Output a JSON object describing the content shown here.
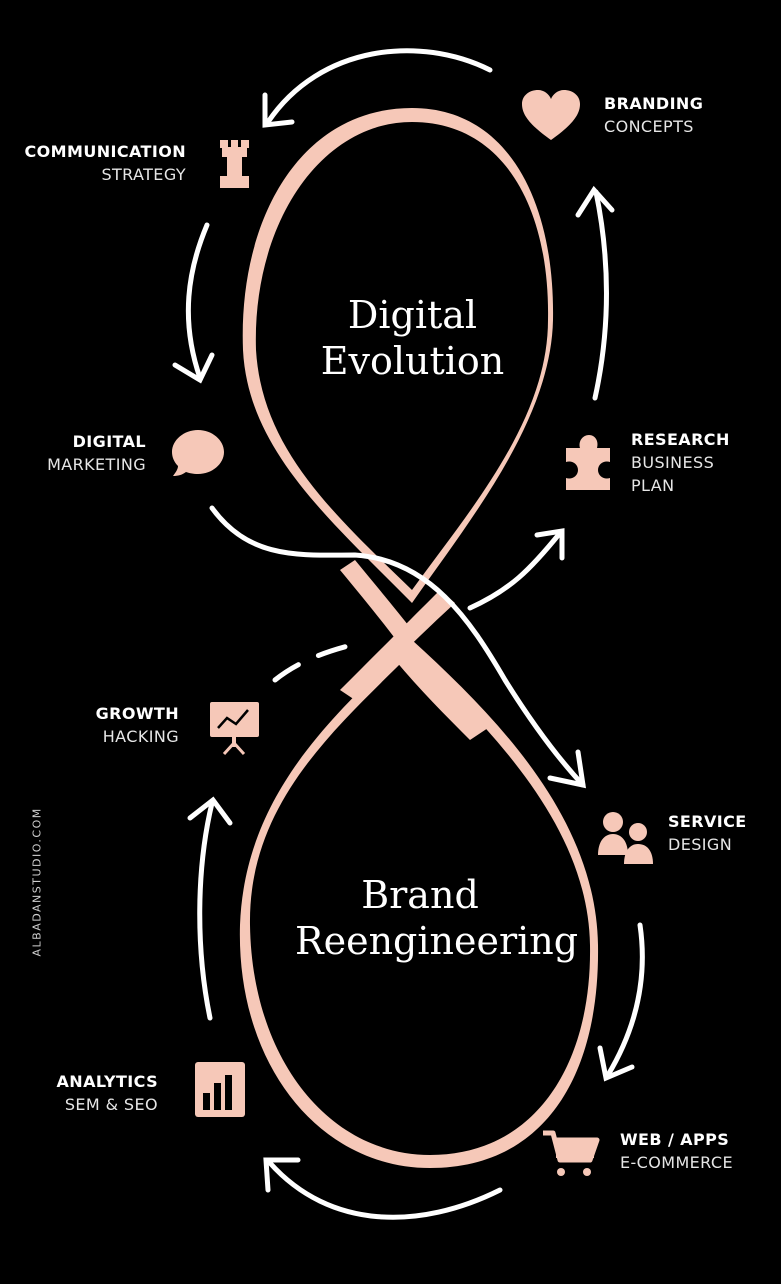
{
  "colors": {
    "accent": "#f6c8b8",
    "background": "#000000",
    "text": "#ffffff"
  },
  "center": {
    "top": {
      "line1": "Digital",
      "line2": "Evolution"
    },
    "bottom": {
      "line1": "Brand",
      "line2": "Reengineering"
    }
  },
  "nodes": [
    {
      "id": "communication",
      "icon": "chess-rook-icon",
      "title": "COMMUNICATION",
      "subtitle": "STRATEGY"
    },
    {
      "id": "branding",
      "icon": "heart-icon",
      "title": "BRANDING",
      "subtitle": "CONCEPTS"
    },
    {
      "id": "digital",
      "icon": "speech-bubble-icon",
      "title": "DIGITAL",
      "subtitle": "MARKETING"
    },
    {
      "id": "research",
      "icon": "puzzle-piece-icon",
      "title": "RESEARCH",
      "subtitle": "BUSINESS",
      "subtitle2": "PLAN"
    },
    {
      "id": "growth",
      "icon": "presentation-chart-icon",
      "title": "GROWTH",
      "subtitle": "HACKING"
    },
    {
      "id": "service",
      "icon": "people-icon",
      "title": "SERVICE",
      "subtitle": "DESIGN"
    },
    {
      "id": "analytics",
      "icon": "bar-chart-icon",
      "title": "ANALYTICS",
      "subtitle": "SEM & SEO"
    },
    {
      "id": "web",
      "icon": "shopping-cart-icon",
      "title": "WEB / APPS",
      "subtitle": "E-COMMERCE"
    }
  ],
  "watermark": "ALBADANSTUDIO.COM"
}
